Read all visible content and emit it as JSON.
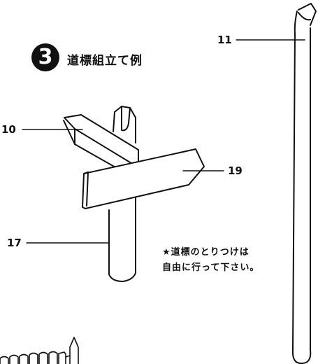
{
  "step": {
    "number": "3",
    "title": "道標組立て例"
  },
  "note": {
    "line1": "★道標のとりつけは",
    "line2": "自由に行って下さい。"
  },
  "parts": {
    "post_tall": "11",
    "sign_upper": "10",
    "sign_lower": "19",
    "post_short": "17"
  }
}
